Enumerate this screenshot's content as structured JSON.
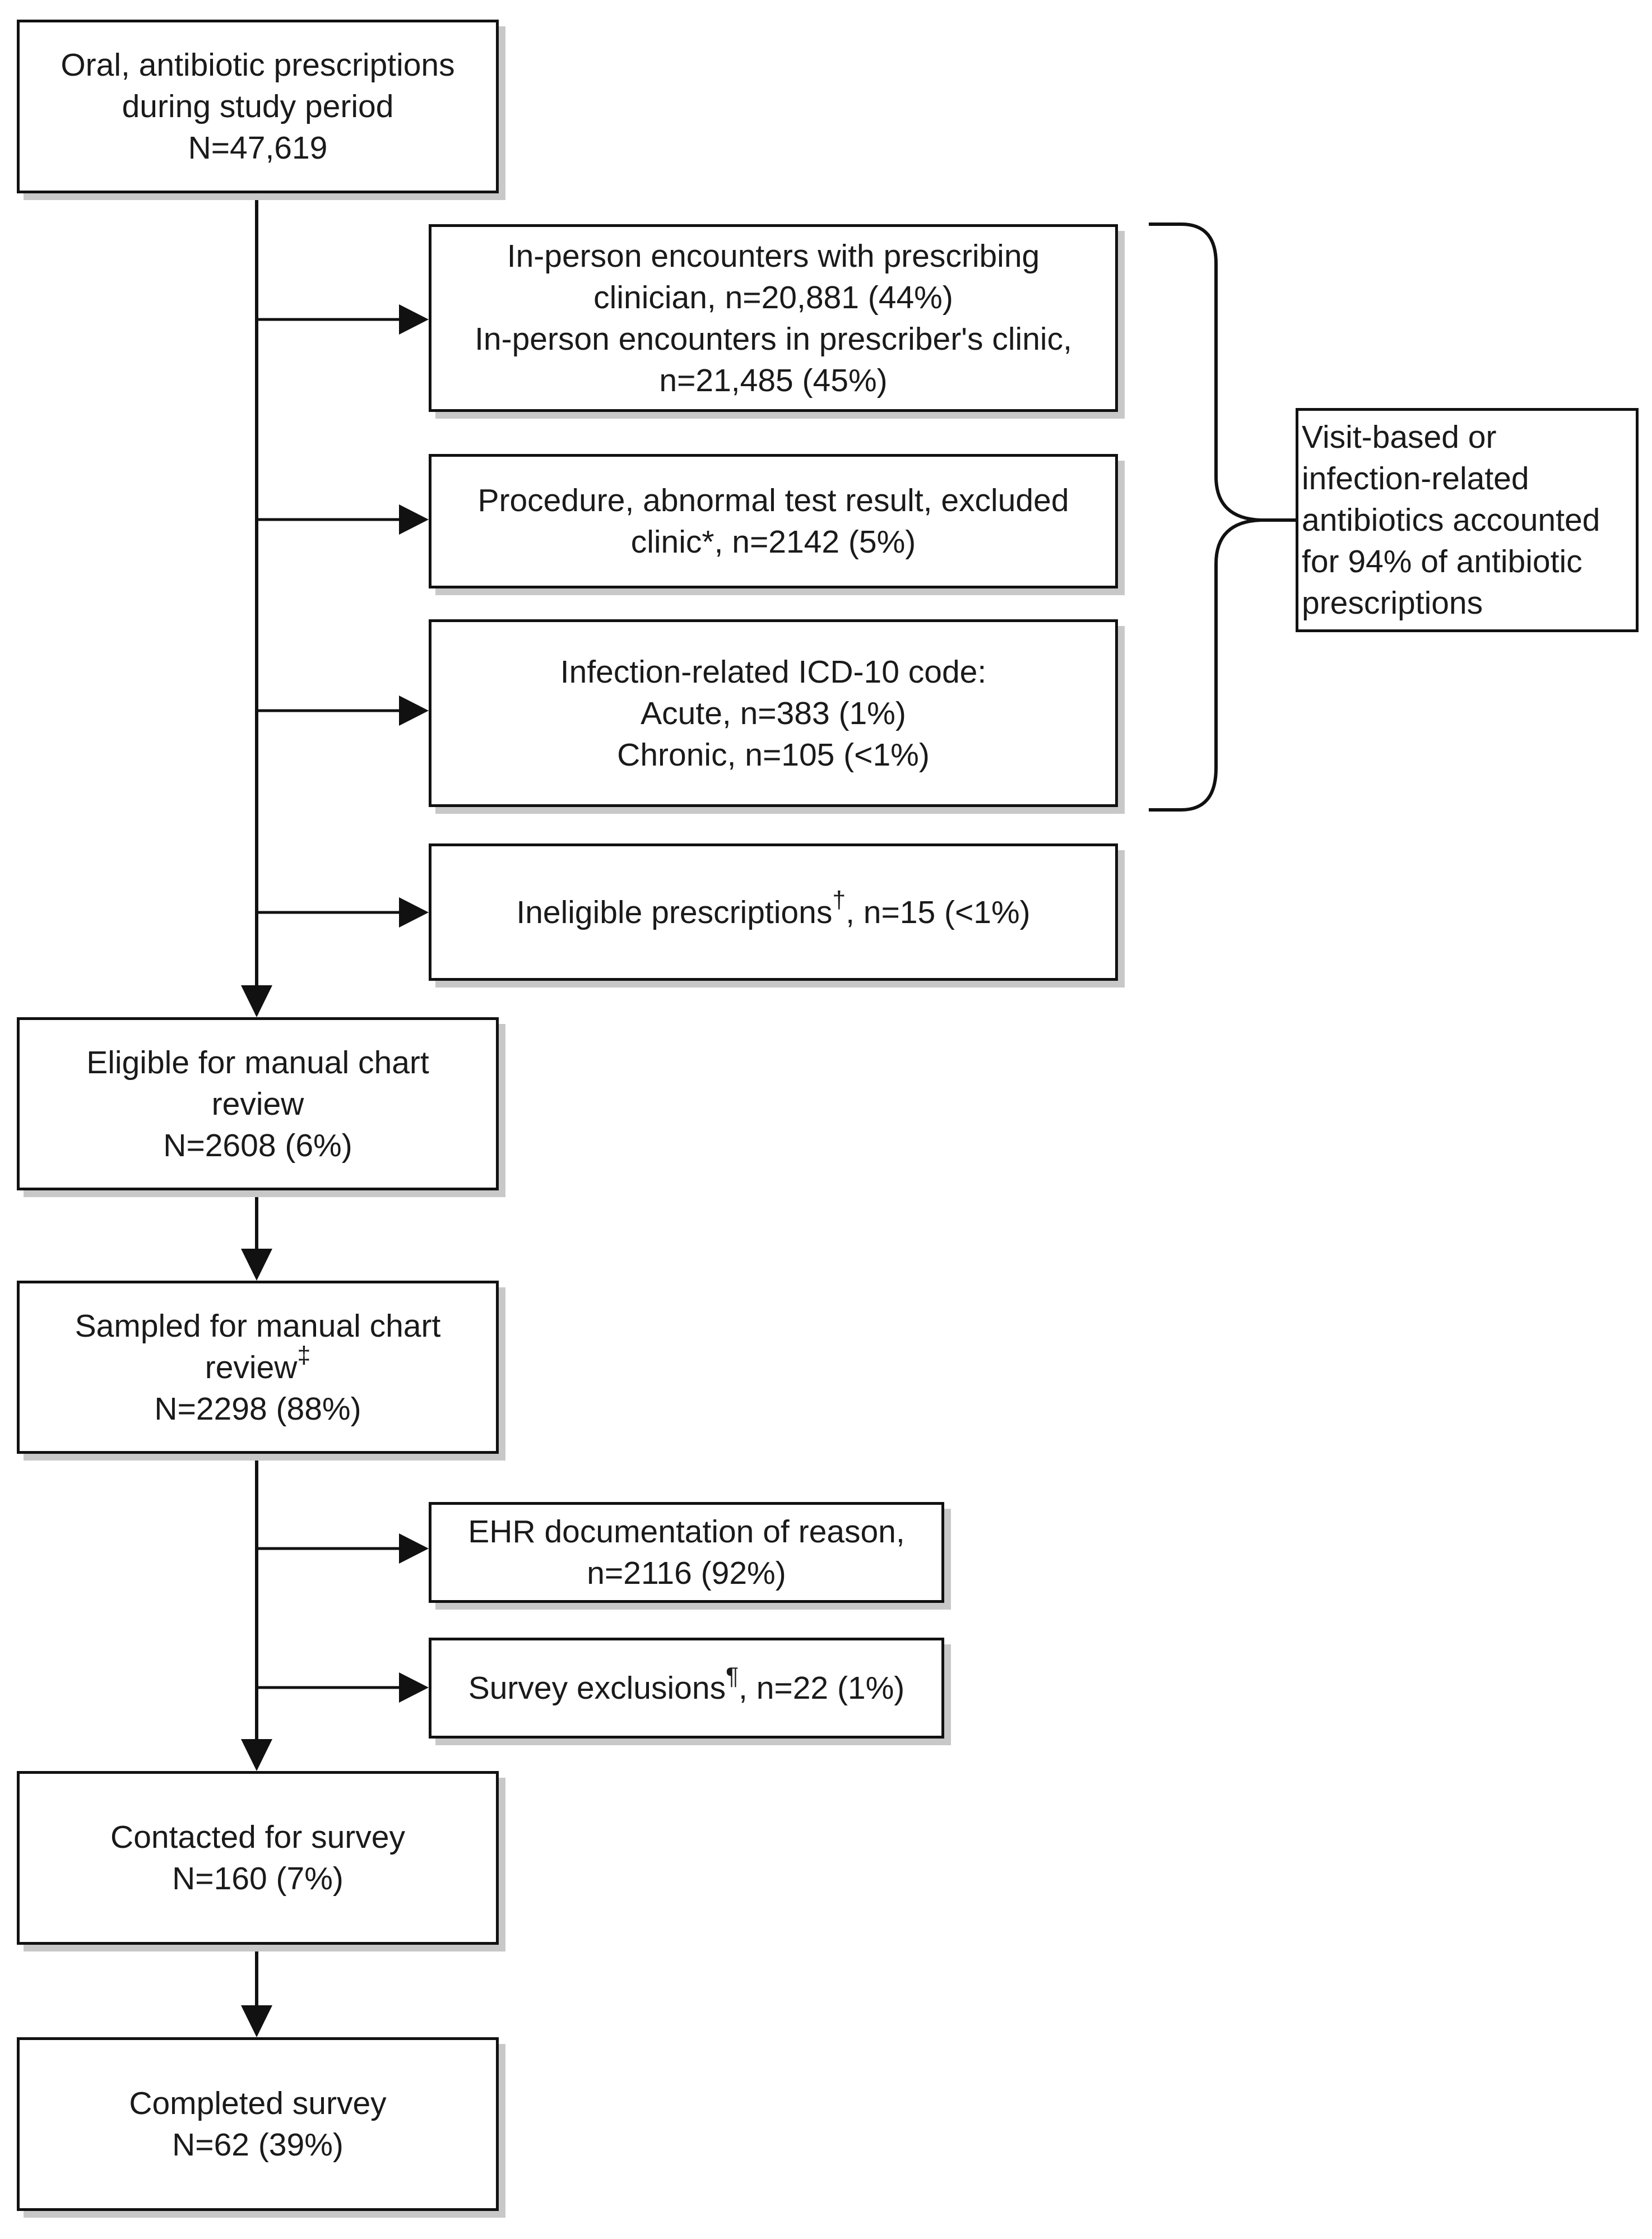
{
  "main_flow": {
    "oral_prescriptions": {
      "line1": "Oral, antibiotic prescriptions",
      "line2": "during study period",
      "line3": "N=47,619"
    },
    "eligible": {
      "line1": "Eligible for manual chart",
      "line2": "review",
      "line3": "N=2608 (6%)"
    },
    "sampled": {
      "line1": "Sampled for manual chart",
      "line2": "review",
      "line2_mark": "‡",
      "line3": "N=2298 (88%)"
    },
    "contacted": {
      "line1": "Contacted for survey",
      "line2": "N=160 (7%)"
    },
    "completed": {
      "line1": "Completed survey",
      "line2": "N=62 (39%)"
    }
  },
  "exclusions": {
    "in_person": {
      "line1": "In-person encounters with prescribing",
      "line2": "clinician, n=20,881 (44%)",
      "line3": "In-person encounters in prescriber's clinic,",
      "line4": "n=21,485 (45%)"
    },
    "procedure": {
      "line1": "Procedure, abnormal test result, excluded",
      "line2": "clinic*, n=2142 (5%)"
    },
    "infection": {
      "line1": "Infection-related ICD-10 code:",
      "line2": "Acute, n=383 (1%)",
      "line3": "Chronic, n=105 (<1%)"
    },
    "ineligible": {
      "text_a": "Ineligible prescriptions",
      "mark": "†",
      "text_b": ", n=15 (<1%)"
    },
    "ehr": {
      "line1": "EHR documentation of reason,",
      "line2": "n=2116 (92%)"
    },
    "survey_exclusions": {
      "text_a": "Survey exclusions",
      "mark": "¶",
      "text_b": ", n=22 (1%)"
    }
  },
  "bracket_note": {
    "line1": "Visit-based or",
    "line2": "infection-related",
    "line3": "antibiotics accounted",
    "line4": "for 94% of antibiotic",
    "line5": "prescriptions"
  },
  "colors": {
    "line": "#111111",
    "shadow": "#c8c8c8",
    "background": "#ffffff"
  }
}
